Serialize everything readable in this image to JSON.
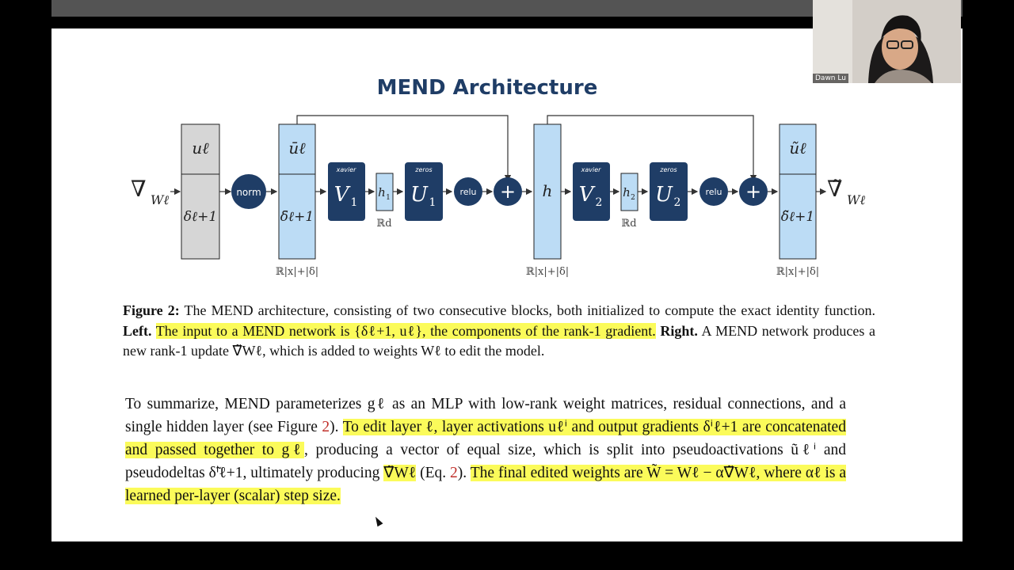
{
  "slide": {
    "title": "MEND Architecture",
    "caption": {
      "fig_label": "Figure 2:",
      "line1": " The MEND architecture, consisting of two consecutive blocks, both initialized to compute the exact identity function. ",
      "left_label": "Left.",
      "left_text": "The input to a MEND network is {δℓ+1, uℓ}, the components of the rank-1 gradient.",
      "right_label": "Right.",
      "right_text": " A MEND network produces a new rank-1 update ∇̃Wℓ, which is added to weights Wℓ to edit the model."
    },
    "paragraph": {
      "p1": "To summarize, MEND parameterizes gℓ as an MLP with low-rank weight matrices, residual connections, and a single hidden layer (see Figure ",
      "fig_ref": "2",
      "p2": "). ",
      "hl1": "To edit layer ℓ, layer activations uℓⁱ and output gradients δⁱℓ+1 are concatenated and passed together to gℓ",
      "p3": ", producing a vector of equal size, which is split into pseudoactivations ũℓⁱ and pseudodeltas δ̃ⁱℓ+1, ultimately producing ",
      "hl2": "∇̃Wℓ",
      "p4": " (Eq. ",
      "eq_ref": "2",
      "p5": "). ",
      "hl3": "The final edited weights are W̃ = Wℓ − α∇̃Wℓ, where αℓ is a learned per-layer (scalar) step size."
    }
  },
  "diagram": {
    "input_label": "∇",
    "input_sub": "Wℓ",
    "output_label": "∇̃",
    "output_sub": "Wℓ",
    "u": "uℓ",
    "delta": "δℓ+1",
    "u_bar": "ūℓ",
    "delta_bar": "δ̄ℓ+1",
    "u_tilde": "ũℓ",
    "delta_tilde": "δ̃ℓ+1",
    "norm": "norm",
    "xavier1": "xavier",
    "v1": "V",
    "v1_sub": "1",
    "h1": "h",
    "h1_sub": "1",
    "zeros1": "zeros",
    "u1": "U",
    "u1_sub": "1",
    "relu1": "relu",
    "plus1": "+",
    "h": "h",
    "xavier2": "xavier",
    "v2": "V",
    "v2_sub": "2",
    "h2": "h",
    "h2_sub": "2",
    "zeros2": "zeros",
    "u2": "U",
    "u2_sub": "2",
    "relu2": "relu",
    "plus2": "+",
    "dim_big": "ℝ|x|+|δ|",
    "dim_small": "ℝd",
    "colors": {
      "navy": "#1f3d66",
      "light_blue": "#bcdcf5",
      "gray": "#d6d6d6",
      "highlight": "#fbfb5a"
    }
  },
  "webcam": {
    "name": "Dawn Lu"
  }
}
